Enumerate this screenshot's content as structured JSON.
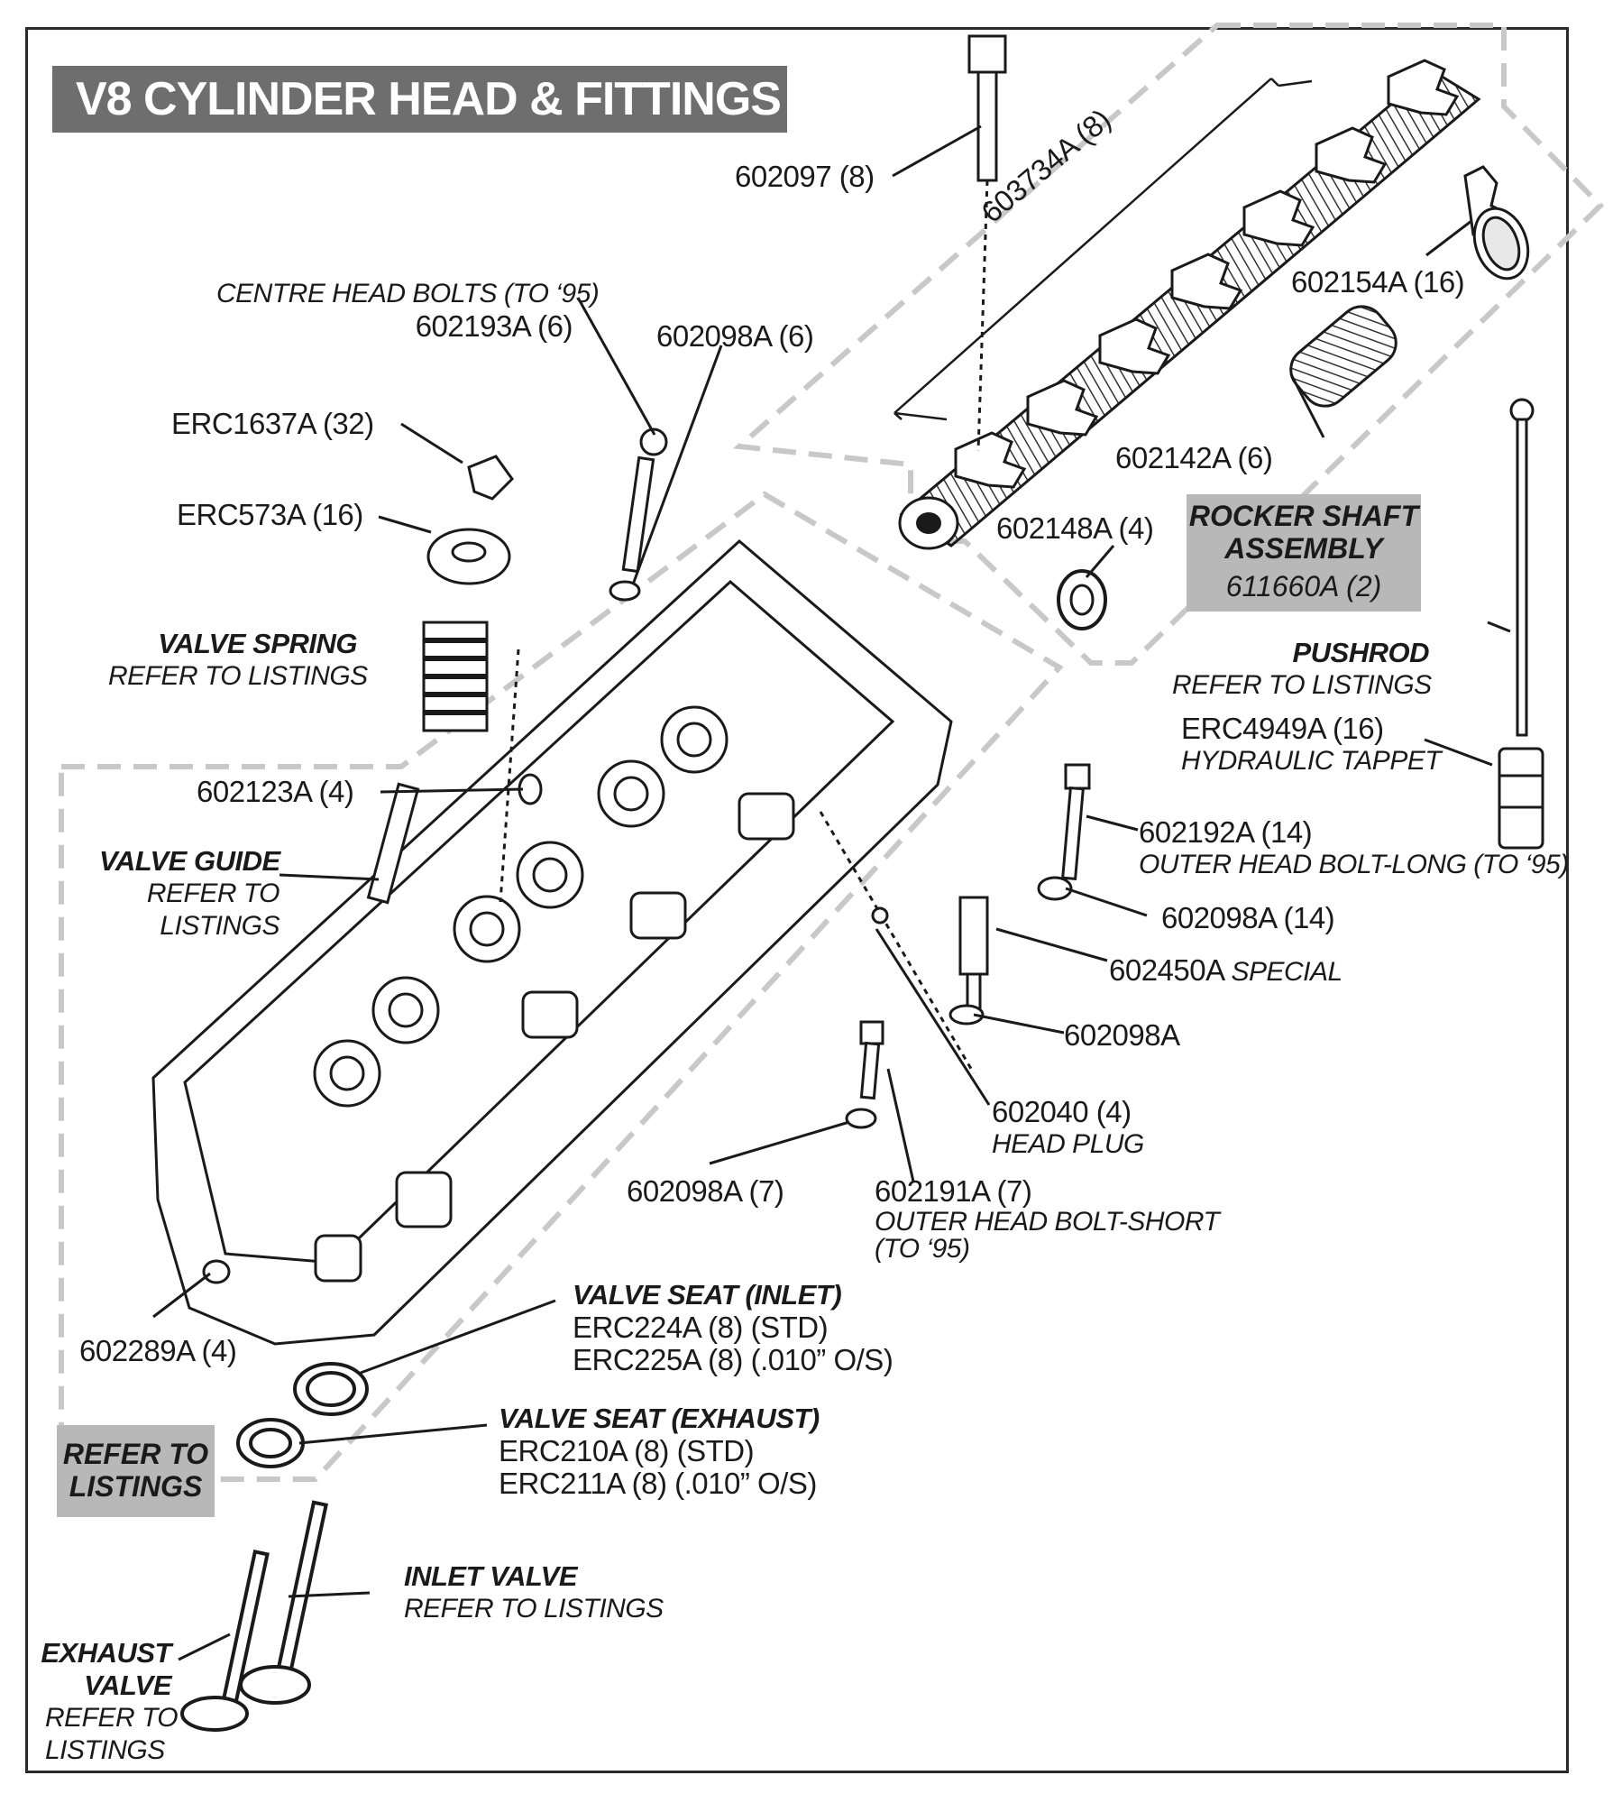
{
  "title": "V8 CYLINDER HEAD & FITTINGS",
  "callouts": {
    "bolt_602097": "602097 (8)",
    "rocker_shaft_603734a": "603734A (8)",
    "rocker_602154a": "602154A (16)",
    "centre_head_bolts_note": "CENTRE HEAD BOLTS (TO ‘95)",
    "centre_head_bolts_part": "602193A (6)",
    "washer_602098a_6": "602098A (6)",
    "collet_erc1637a": "ERC1637A (32)",
    "spring_cap_erc573a": "ERC573A (16)",
    "spring_602142a": "602142A (6)",
    "washer_602148a": "602148A (4)",
    "valve_spring_title": "VALVE SPRING",
    "valve_spring_note": "REFER TO LISTINGS",
    "pushrod_title": "PUSHROD",
    "pushrod_note": "REFER TO LISTINGS",
    "tappet_part": "ERC4949A (16)",
    "tappet_note": "HYDRAULIC TAPPET",
    "dowel_602123a": "602123A (4)",
    "outer_bolt_long_part": "602192A (14)",
    "outer_bolt_long_note": "OUTER HEAD BOLT-LONG (TO ‘95)",
    "valve_guide_title": "VALVE GUIDE",
    "valve_guide_note_1": "REFER TO",
    "valve_guide_note_2": "LISTINGS",
    "washer_602098a_14": "602098A (14)",
    "stud_602450a_part": "602450A",
    "stud_602450a_note": "SPECIAL",
    "washer_602098a": "602098A",
    "plug_602040_part": "602040 (4)",
    "plug_602040_note": "HEAD PLUG",
    "washer_602098a_7": "602098A (7)",
    "outer_bolt_short_part": "602191A (7)",
    "outer_bolt_short_note_1": "OUTER HEAD BOLT-SHORT",
    "outer_bolt_short_note_2": "(TO ‘95)",
    "plug_602289a": "602289A (4)",
    "seat_inlet_title": "VALVE SEAT (INLET)",
    "seat_inlet_std": "ERC224A (8) (STD)",
    "seat_inlet_os": "ERC225A (8) (.010” O/S)",
    "seat_exhaust_title": "VALVE SEAT (EXHAUST)",
    "seat_exhaust_std": "ERC210A (8) (STD)",
    "seat_exhaust_os": "ERC211A (8) (.010” O/S)",
    "inlet_valve_title": "INLET VALVE",
    "inlet_valve_note": "REFER TO LISTINGS",
    "exhaust_valve_title_1": "EXHAUST",
    "exhaust_valve_title_2": "VALVE",
    "exhaust_valve_note_1": "REFER TO",
    "exhaust_valve_note_2": "LISTINGS"
  },
  "rocker_assembly_box": {
    "line1": "ROCKER SHAFT",
    "line2": "ASSEMBLY",
    "part": "611660A (2)"
  },
  "refer_box": {
    "line1": "REFER TO",
    "line2": "LISTINGS"
  }
}
